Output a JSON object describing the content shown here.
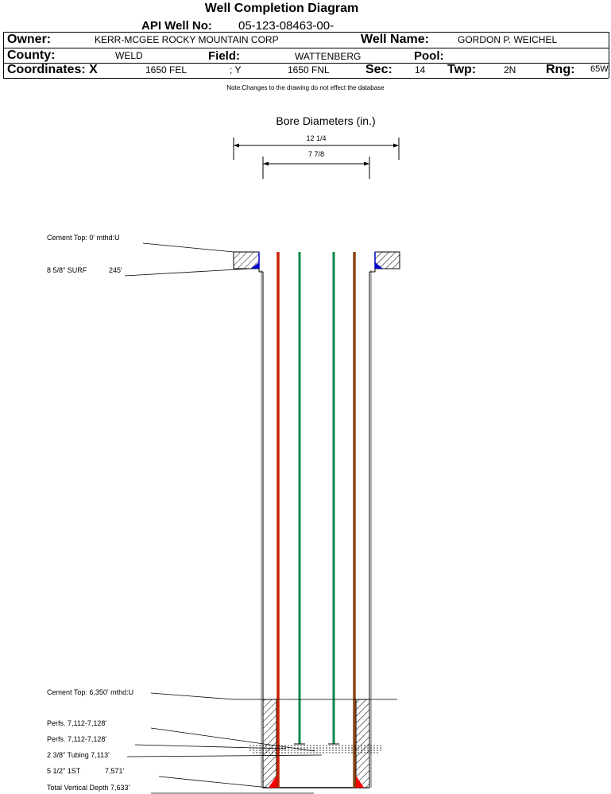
{
  "title": "Well Completion Diagram",
  "header": {
    "api_label": "API Well No:",
    "api_value": "05-123-08463-00-",
    "owner_label": "Owner:",
    "owner_value": "KERR-MCGEE ROCKY MOUNTAIN CORP",
    "well_name_label": "Well Name:",
    "well_name_value": "GORDON P. WEICHEL",
    "county_label": "County:",
    "county_value": "WELD",
    "field_label": "Field:",
    "field_value": "WATTENBERG",
    "pool_label": "Pool:",
    "pool_value": "",
    "coords_label": "Coordinates: X",
    "x_value": "1650 FEL",
    "y_label": "; Y",
    "y_value": "1650 FNL",
    "sec_label": "Sec:",
    "sec_value": "14",
    "twp_label": "Twp:",
    "twp_value": "2N",
    "rng_label": "Rng:",
    "rng_value": "65W"
  },
  "note": "Note:Changes to the drawing do not effect the database",
  "bore": {
    "title": "Bore Diameters (in.)",
    "outer": "12 1/4",
    "inner": "7 7/8"
  },
  "annotations": {
    "cement_top_surface": "Cement Top: 0' mthd:U",
    "surface_casing": "8 5/8\" SURF",
    "surface_depth": "245'",
    "cement_top_prod": "Cement Top: 6,350' mthd:U",
    "perfs_1": "Perfs. 7,112-7,128'",
    "perfs_2": "Perfs. 7,112-7,128'",
    "tubing": "2 3/8\" Tubing 7,113'",
    "prod_casing": "5 1/2\" 1ST",
    "prod_depth": "7,571'",
    "tvd": "Total Vertical Depth 7,633'"
  },
  "colors": {
    "casing_inner": "#cc2200",
    "casing_outer": "#8b4513",
    "tubing": "#0b8a4a",
    "cement_shoe_surface": "#0000cc",
    "cement_shoe_prod": "#ff0000"
  }
}
